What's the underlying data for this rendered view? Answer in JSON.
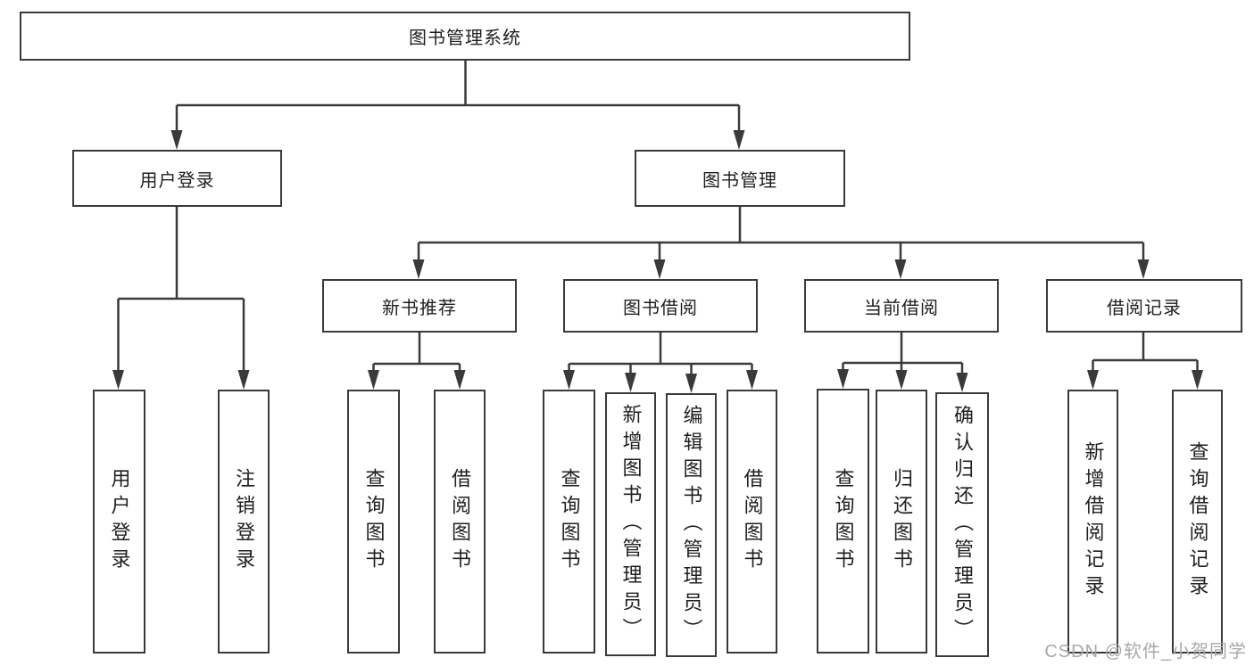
{
  "diagram": {
    "root": {
      "label": "图书管理系统"
    },
    "level2": {
      "user_login": {
        "label": "用户登录"
      },
      "book_mgmt": {
        "label": "图书管理"
      }
    },
    "level3": {
      "new_book_rec": {
        "label": "新书推荐"
      },
      "book_borrow": {
        "label": "图书借阅"
      },
      "current_borrow": {
        "label": "当前借阅"
      },
      "borrow_records": {
        "label": "借阅记录"
      }
    },
    "leaves": {
      "user_login": [
        "用户登录",
        "注销登录"
      ],
      "new_book_rec": [
        "查询图书",
        "借阅图书"
      ],
      "book_borrow": [
        "查询图书",
        "新增图书（管理员）",
        "编辑图书（管理员）",
        "借阅图书"
      ],
      "current_borrow": [
        "查询图书",
        "归还图书",
        "确认归还（管理员）"
      ],
      "borrow_records": [
        "新增借阅记录",
        "查询借阅记录"
      ]
    },
    "colors": {
      "line": "#3a3a3a",
      "text": "#1f1f1f",
      "background": "#ffffff",
      "watermark": "#a9a9a9"
    }
  },
  "watermark": {
    "text": "CSDN @软件_小贺同学"
  }
}
